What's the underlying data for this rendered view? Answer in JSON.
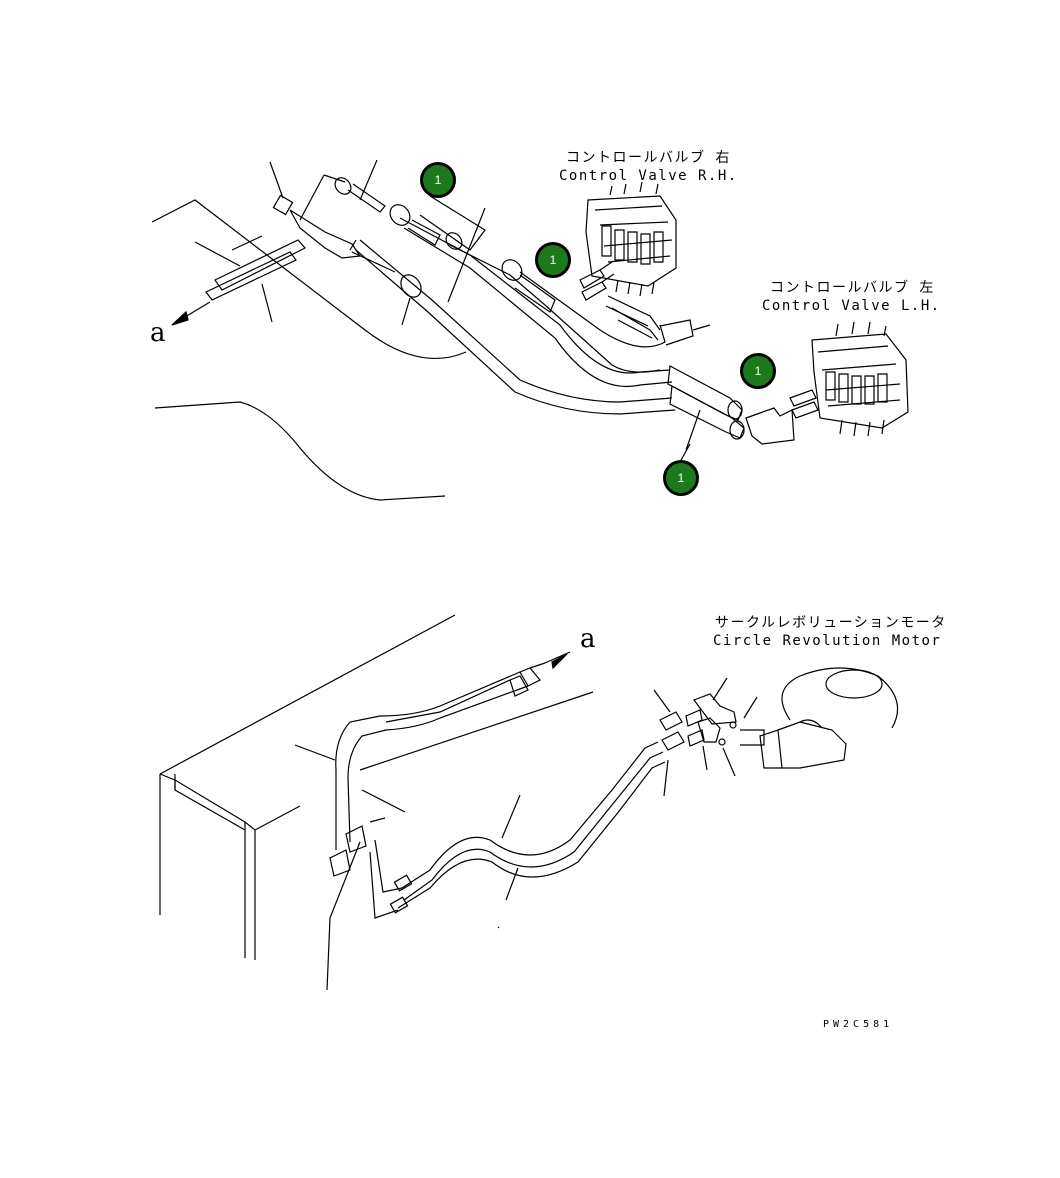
{
  "labels": {
    "control_valve_rh_jp": "コントロールバルブ 右",
    "control_valve_rh_en": "Control Valve R.H.",
    "control_valve_lh_jp": "コントロールバルブ 左",
    "control_valve_lh_en": "Control Valve L.H.",
    "circle_motor_jp": "サークルレボリューションモータ",
    "circle_motor_en": "Circle Revolution Motor",
    "view_arrow_top": "a",
    "view_arrow_bottom": "a",
    "drawing_code": "PW2C581"
  },
  "callouts": [
    {
      "text": "1"
    },
    {
      "text": "1"
    },
    {
      "text": "1"
    },
    {
      "text": "1"
    }
  ],
  "colors": {
    "callout_fill": "#1c7a1c",
    "line": "#000000",
    "background": "#ffffff"
  }
}
